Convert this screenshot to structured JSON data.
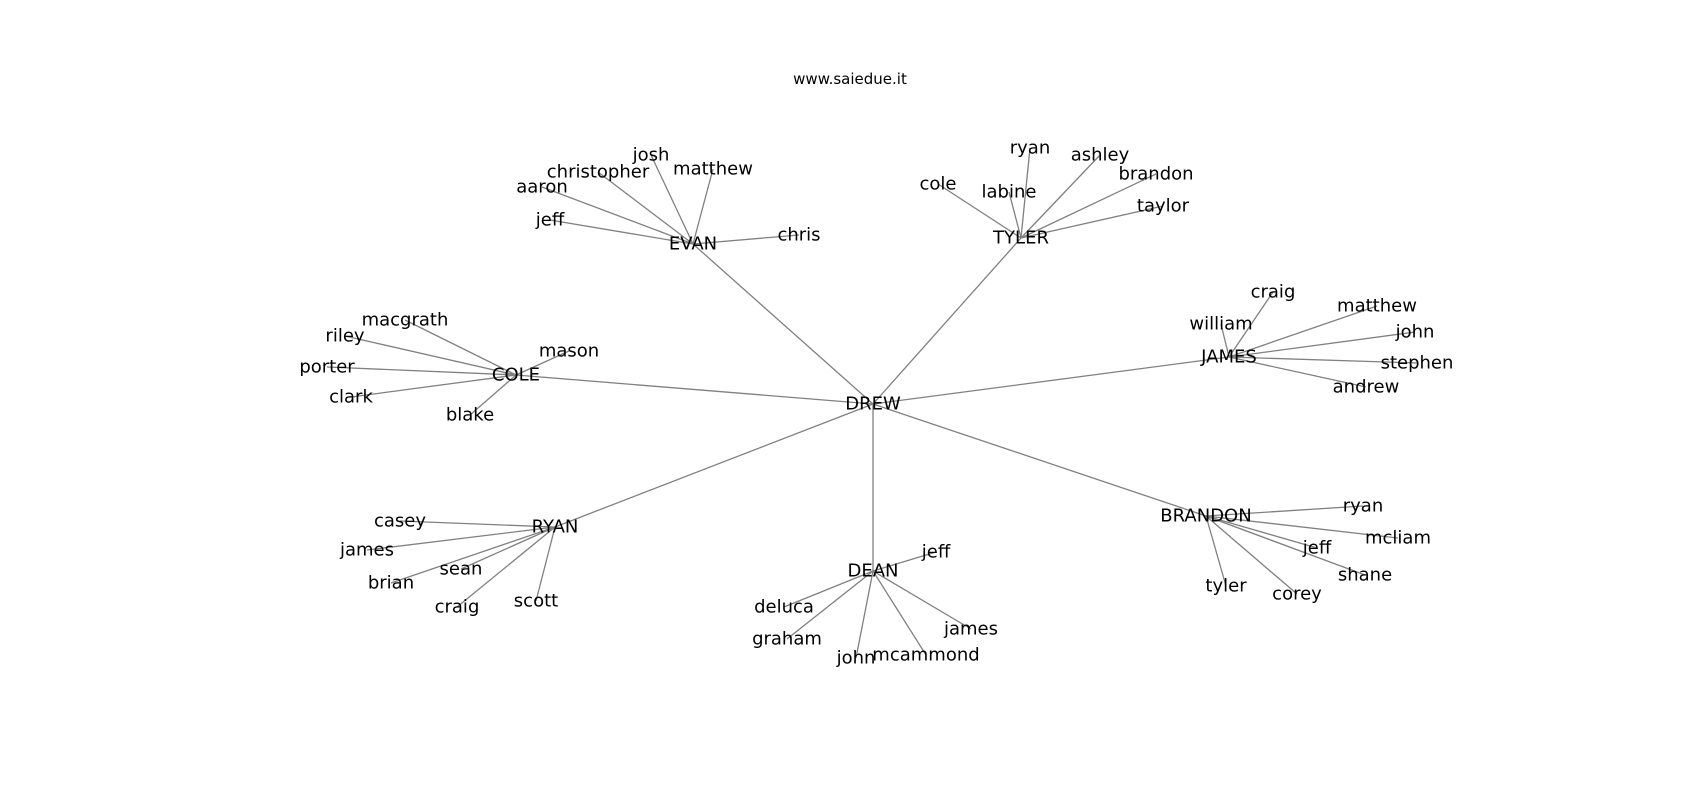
{
  "title": "www.saiedue.it",
  "graph": {
    "edge_color": "#808080",
    "center": {
      "id": "drew",
      "label": "DREW"
    },
    "groups": [
      {
        "id": "evan",
        "label": "EVAN",
        "leaves": [
          {
            "id": "evan-josh",
            "label": "josh"
          },
          {
            "id": "evan-christopher",
            "label": "christopher"
          },
          {
            "id": "evan-matthew",
            "label": "matthew"
          },
          {
            "id": "evan-aaron",
            "label": "aaron"
          },
          {
            "id": "evan-jeff",
            "label": "jeff"
          },
          {
            "id": "evan-chris",
            "label": "chris"
          }
        ]
      },
      {
        "id": "tyler",
        "label": "TYLER",
        "leaves": [
          {
            "id": "tyler-ryan",
            "label": "ryan"
          },
          {
            "id": "tyler-ashley",
            "label": "ashley"
          },
          {
            "id": "tyler-cole",
            "label": "cole"
          },
          {
            "id": "tyler-labine",
            "label": "labine"
          },
          {
            "id": "tyler-brandon",
            "label": "brandon"
          },
          {
            "id": "tyler-taylor",
            "label": "taylor"
          }
        ]
      },
      {
        "id": "james",
        "label": "JAMES",
        "leaves": [
          {
            "id": "james-craig",
            "label": "craig"
          },
          {
            "id": "james-matthew",
            "label": "matthew"
          },
          {
            "id": "james-william",
            "label": "william"
          },
          {
            "id": "james-john",
            "label": "john"
          },
          {
            "id": "james-stephen",
            "label": "stephen"
          },
          {
            "id": "james-andrew",
            "label": "andrew"
          }
        ]
      },
      {
        "id": "cole",
        "label": "COLE",
        "leaves": [
          {
            "id": "cole-macgrath",
            "label": "macgrath"
          },
          {
            "id": "cole-riley",
            "label": "riley"
          },
          {
            "id": "cole-mason",
            "label": "mason"
          },
          {
            "id": "cole-porter",
            "label": "porter"
          },
          {
            "id": "cole-clark",
            "label": "clark"
          },
          {
            "id": "cole-blake",
            "label": "blake"
          }
        ]
      },
      {
        "id": "brandon",
        "label": "BRANDON",
        "leaves": [
          {
            "id": "brandon-ryan",
            "label": "ryan"
          },
          {
            "id": "brandon-mcliam",
            "label": "mcliam"
          },
          {
            "id": "brandon-jeff",
            "label": "jeff"
          },
          {
            "id": "brandon-shane",
            "label": "shane"
          },
          {
            "id": "brandon-tyler",
            "label": "tyler"
          },
          {
            "id": "brandon-corey",
            "label": "corey"
          }
        ]
      },
      {
        "id": "ryan",
        "label": "RYAN",
        "leaves": [
          {
            "id": "ryan-casey",
            "label": "casey"
          },
          {
            "id": "ryan-james",
            "label": "james"
          },
          {
            "id": "ryan-sean",
            "label": "sean"
          },
          {
            "id": "ryan-brian",
            "label": "brian"
          },
          {
            "id": "ryan-scott",
            "label": "scott"
          },
          {
            "id": "ryan-craig",
            "label": "craig"
          }
        ]
      },
      {
        "id": "dean",
        "label": "DEAN",
        "leaves": [
          {
            "id": "dean-jeff",
            "label": "jeff"
          },
          {
            "id": "dean-deluca",
            "label": "deluca"
          },
          {
            "id": "dean-graham",
            "label": "graham"
          },
          {
            "id": "dean-james",
            "label": "james"
          },
          {
            "id": "dean-john",
            "label": "john"
          },
          {
            "id": "dean-mcammond",
            "label": "mcammond"
          }
        ]
      }
    ]
  }
}
